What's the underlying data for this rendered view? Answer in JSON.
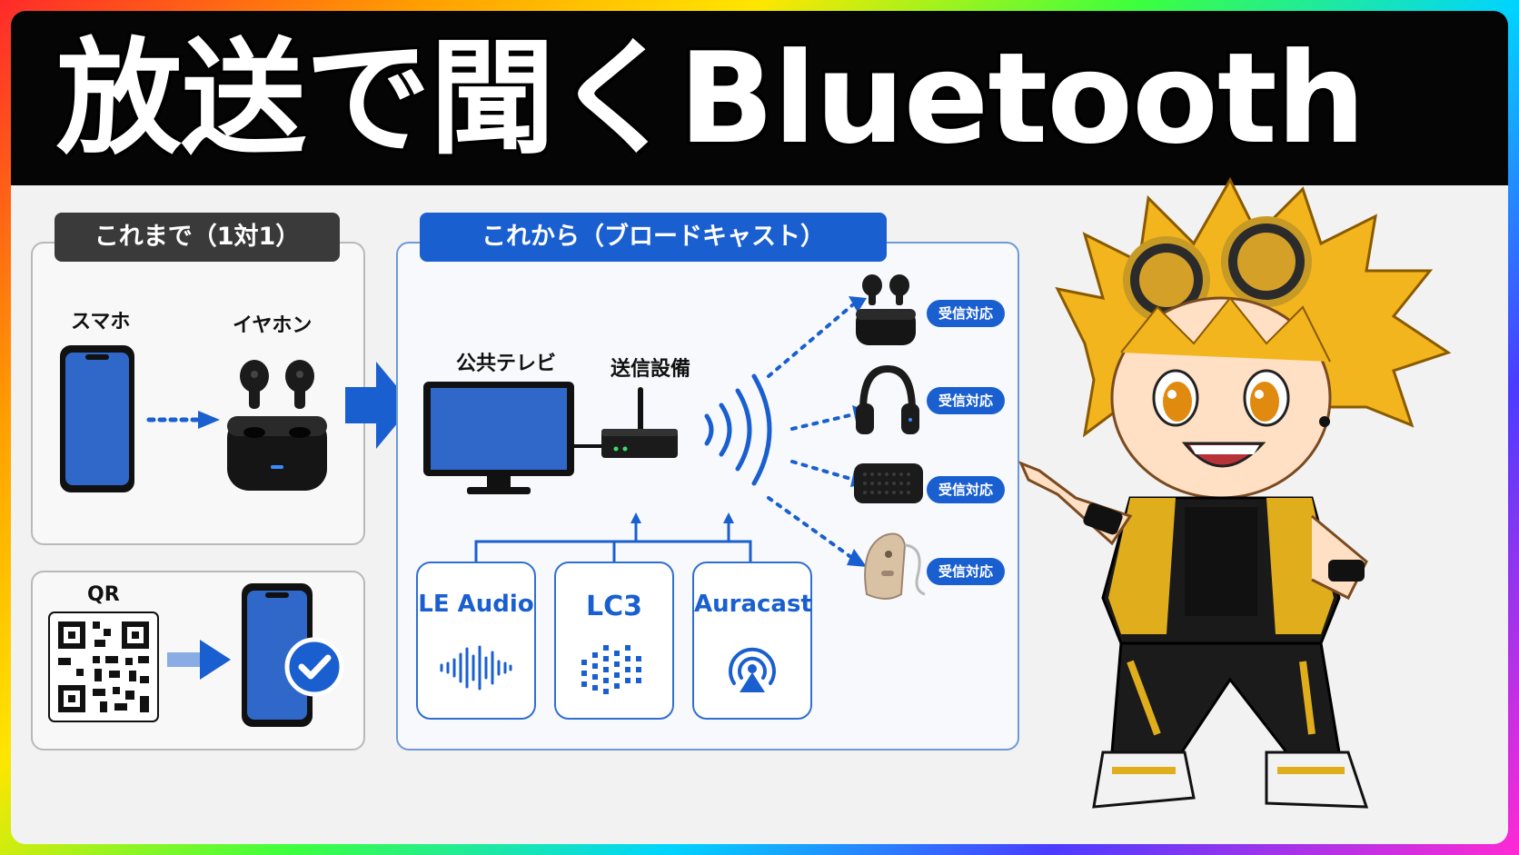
{
  "title": "放送で聞くBluetooth",
  "before": {
    "tag": "これまで（1対1）",
    "phone_label": "スマホ",
    "earphone_label": "イヤホン",
    "qr_label": "QR"
  },
  "after": {
    "tag": "これから（ブロードキャスト）",
    "tv_label": "公共テレビ",
    "transmitter_label": "送信設備",
    "receivers": [
      {
        "badge": "受信対応",
        "icon": "earbuds-icon"
      },
      {
        "badge": "受信対応",
        "icon": "headphones-icon"
      },
      {
        "badge": "受信対応",
        "icon": "speaker-icon"
      },
      {
        "badge": "受信対応",
        "icon": "hearing-aid-icon"
      }
    ],
    "tech": [
      "LE Audio",
      "LC3",
      "Auracast"
    ]
  },
  "colors": {
    "accent": "#1a5fd0",
    "title_bg": "#050505",
    "tag_dark": "#3a3a3a"
  }
}
